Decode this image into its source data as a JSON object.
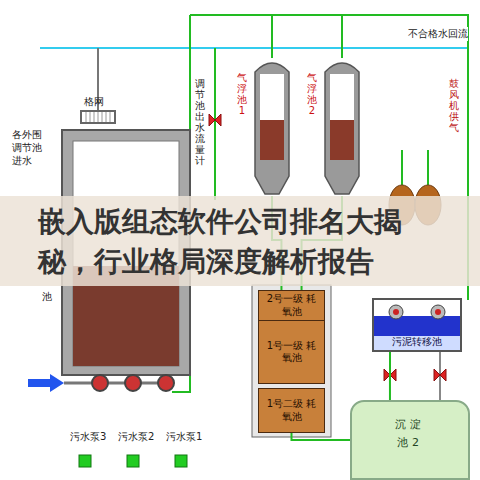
{
  "diagram": {
    "title": "嵌入版组态软件公司排名大揭秘，行业格局深度解析报告",
    "nodes": [
      {
        "text": [
          "格网"
        ]
      },
      {
        "text": [
          "气浮池1"
        ]
      },
      {
        "text": [
          "气浮池2"
        ]
      },
      {
        "text": [
          "2号一级 耗氧池"
        ]
      },
      {
        "text": [
          "1号一级 耗氧池"
        ]
      },
      {
        "text": [
          "1号二级 耗氧池"
        ]
      },
      {
        "text": [
          "污泥转移池"
        ]
      },
      {
        "text": [
          "沉淀 池2"
        ]
      }
    ],
    "edges": [
      {
        "from": 1,
        "to": 3,
        "arrow": "none"
      },
      {
        "from": 2,
        "to": 3,
        "arrow": "none"
      },
      {
        "from": 5,
        "to": 7,
        "arrow": "none"
      },
      {
        "from": 7,
        "to": 6,
        "arrow": "none"
      }
    ],
    "labels": [
      "不合格水回流",
      "各外围 调节池 进水",
      "调节池出水流量计",
      "鼓风机供气",
      "池",
      "污水泵3",
      "污水泵2",
      "污水泵1"
    ]
  }
}
